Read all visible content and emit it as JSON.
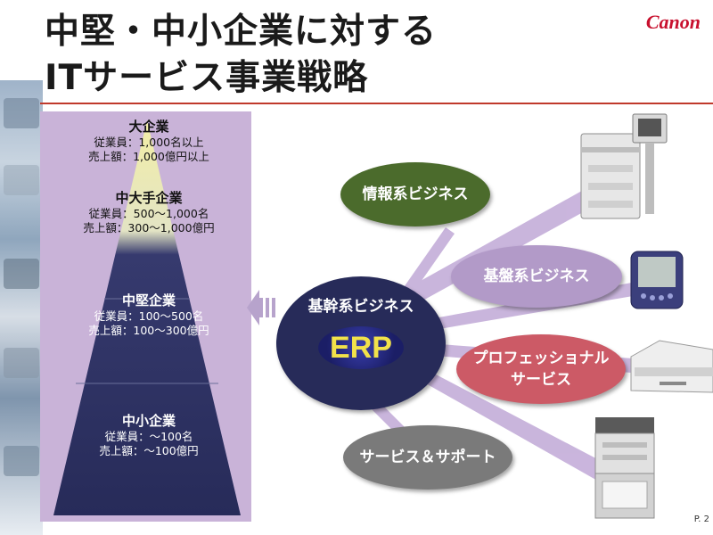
{
  "title_line1": "中堅・中小企業に対する",
  "title_line2": "ITサービス事業戦略",
  "logo": "Canon",
  "pyramid": [
    {
      "name": "大企業",
      "line1": "従業員：1,000名以上",
      "line2": "売上額：1,000億円以上"
    },
    {
      "name": "中大手企業",
      "line1": "従業員：500〜1,000名",
      "line2": "売上額：300〜1,000億円"
    },
    {
      "name": "中堅企業",
      "line1": "従業員：100〜500名",
      "line2": "売上額：100〜300億円"
    },
    {
      "name": "中小企業",
      "line1": "従業員：〜100名",
      "line2": "売上額：〜100億円"
    }
  ],
  "center": {
    "label": "基幹系ビジネス",
    "badge": "ERP"
  },
  "ovals": {
    "info": "情報系ビジネス",
    "kiban": "基盤系ビジネス",
    "pro_line1": "プロフェッショナル",
    "pro_line2": "サービス",
    "support": "サービス＆サポート"
  },
  "page": "P. 2",
  "colors": {
    "pyramid_top": "#f3eea6",
    "pyramid_bottom": "#272b59",
    "panel": "#c9b3d8",
    "accent_red": "#c8102e",
    "erp_text": "#f2e24a"
  },
  "icons": [
    "office-people-photo-strip",
    "copier-printer-image",
    "pda-device-image",
    "desktop-printer-image",
    "multifunction-copier-image"
  ]
}
